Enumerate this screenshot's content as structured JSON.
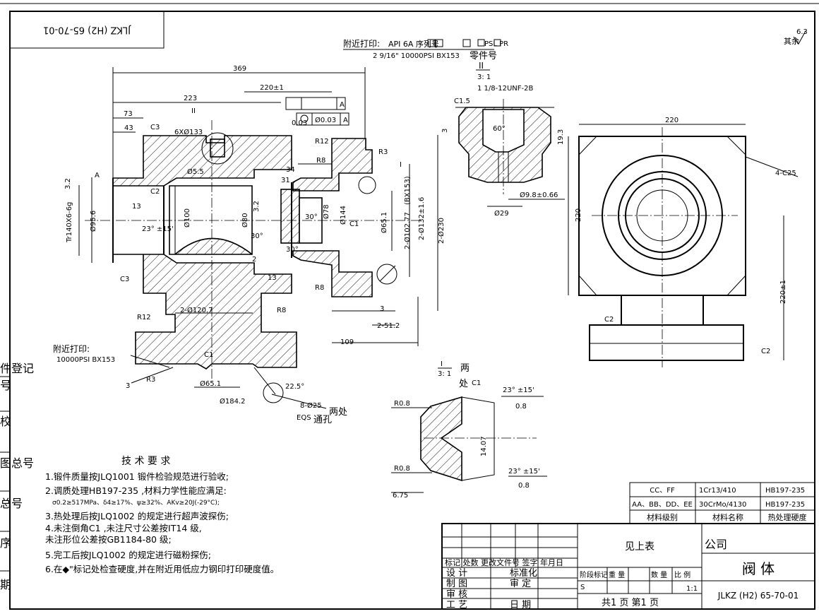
{
  "drawing_number": "JLKZ (H2) 65-70-01",
  "drawing_number_rotated": "JLKZ (H2) 65-70-01",
  "surface_finish": "其余",
  "surface_finish_value": "6.3",
  "stamp_note": {
    "label": "附近打印:",
    "line1": "API 6A 序列号",
    "psl_pr": "PSL  PR",
    "line2": "2 9/16\"  10000PSI BX153",
    "part_no": "零件号"
  },
  "detail_II": {
    "label": "II",
    "scale": "3: 1",
    "thread": "1 1/8-12UNF-2B"
  },
  "dims": {
    "d369": "369",
    "d223": "220±1",
    "d223b": "223",
    "d73": "73",
    "d43": "43",
    "c3": "C3",
    "c1_5": "C1.5",
    "d6x0133": "6XØ133",
    "r12a": "R12",
    "r8a": "R8",
    "r3a": "R3",
    "i_label": "I",
    "d34": "34",
    "d31": "31",
    "d55": "Ø5.5",
    "d13a": "13",
    "d13b": "13",
    "d2a": "2",
    "ang30a": "30°",
    "ang30b": "30°",
    "ang30c": "30°",
    "ang23": "23° ±15'",
    "c2a": "C2",
    "c1a": "C1",
    "d80": "Ø80",
    "d100": "Ø100",
    "d78": "Ø78",
    "d144": "Ø144",
    "d65a": "Ø65.1",
    "d95": "Ø95.6",
    "tr": "Tr140X6-6g",
    "d220": "220",
    "d220b": "220",
    "d220c": "220±1",
    "d4c25": "4-C25",
    "c2b": "C2",
    "c2c": "C2",
    "d2132": "2-Ø132±1.6",
    "d2230": "2-Ø230",
    "d2102": "2-Ø102.77",
    "bx153": "(BX153)",
    "d2120": "2-Ø120.7",
    "d3": "3",
    "d251": "2-51.2",
    "d109": "109",
    "r8b": "R8",
    "r8c": "R8",
    "r12b": "R12",
    "r3b": "R3",
    "c1b": "C1",
    "d65b": "Ø65.1",
    "d184": "Ø184.2",
    "ang225": "22.5°",
    "d8025": "8-Ø25",
    "eqs": "EQS",
    "tong": "通孔",
    "two_loc": "两处",
    "d3b": "3",
    "ii_mark": "II",
    "d19": "19.3",
    "d3c": "3",
    "d60": "60°",
    "d98": "Ø9.8±0.66",
    "d29": "Ø29",
    "stamp2_label": "附近打印:",
    "stamp2_value": "10000PSI BX153",
    "d32a": "3.2",
    "d32b": "3.2",
    "d06": "0.03",
    "a1": "A",
    "a2": "A",
    "d06b": "Ø0.03",
    "circ_a": "A"
  },
  "detail_I": {
    "label": "I",
    "scale": "3: 1",
    "two": "两",
    "loc": "处",
    "c1": "C1",
    "ang1": "23° ±15'",
    "ang2": "23° ±15'",
    "r08a": "R0.8",
    "r08b": "R0.8",
    "d1407": "14.07",
    "d675": "6.75",
    "ra1": "0.8",
    "ra2": "0.8"
  },
  "side_labels": [
    "件登记",
    "号",
    "校",
    "图总号",
    "总号",
    "序",
    "期"
  ],
  "tech_req": {
    "title": "技 术 要 求",
    "items": [
      "1.锻件质量按JLQ1001      锻件检验规范进行验收;",
      "2.调质处理HB197-235       ,材料力学性能应满足:",
      "σ0.2≥517MPa、δ4≥17%、ψ≥32%、AKv≥20J(-29°C);",
      "3.热处理后按JLQ1002         的规定进行超声波探伤;",
      "4.未注倒角C1   ,未注尺寸公差按IT14  级,",
      "  未注形位公差按GB1184-80      级;",
      "5.完工后按JLQ1002           的规定进行磁粉探伤;",
      "6.在◆\"标记处检查硬度,并在附近用低应力钢印打印硬度值。"
    ]
  },
  "material_table": {
    "rows": [
      [
        "CC、FF",
        "1Cr13/410",
        "HB197-235"
      ],
      [
        "AA、BB、DD、EE",
        "30CrMo/4130",
        "HB197-235"
      ]
    ],
    "headers": [
      "材料级别",
      "材料名称",
      "热处理硬度"
    ]
  },
  "title_block": {
    "see_table": "见上表",
    "company": "公司",
    "part_name": "阀  体",
    "drawing_no": "JLKZ (H2) 65-70-01",
    "rev_header": "标记 处数 更改文件号 签字  年月日",
    "design": "设  计",
    "std": "标准化",
    "draw": "制  图",
    "review": "审  定",
    "check": "审  核",
    "craft": "工  艺",
    "date": "日  期",
    "stage": "阶段标记",
    "weight": "重 量",
    "qty": "数 量",
    "ratio": "比 例",
    "s": "S",
    "scale": "1:1",
    "sheet": "共1  页 第1  页"
  }
}
